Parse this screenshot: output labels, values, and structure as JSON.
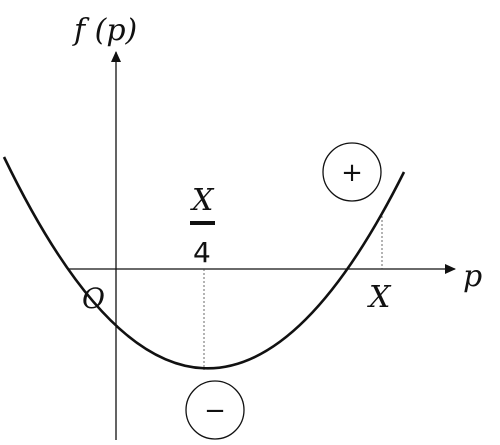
{
  "labels": {
    "y_axis": "f (p)",
    "x_axis": "p",
    "origin": "O",
    "vertex_numerator": "X",
    "vertex_denominator": "4",
    "end_x": "X",
    "plus_sign": "+",
    "minus_sign": "−"
  }
}
